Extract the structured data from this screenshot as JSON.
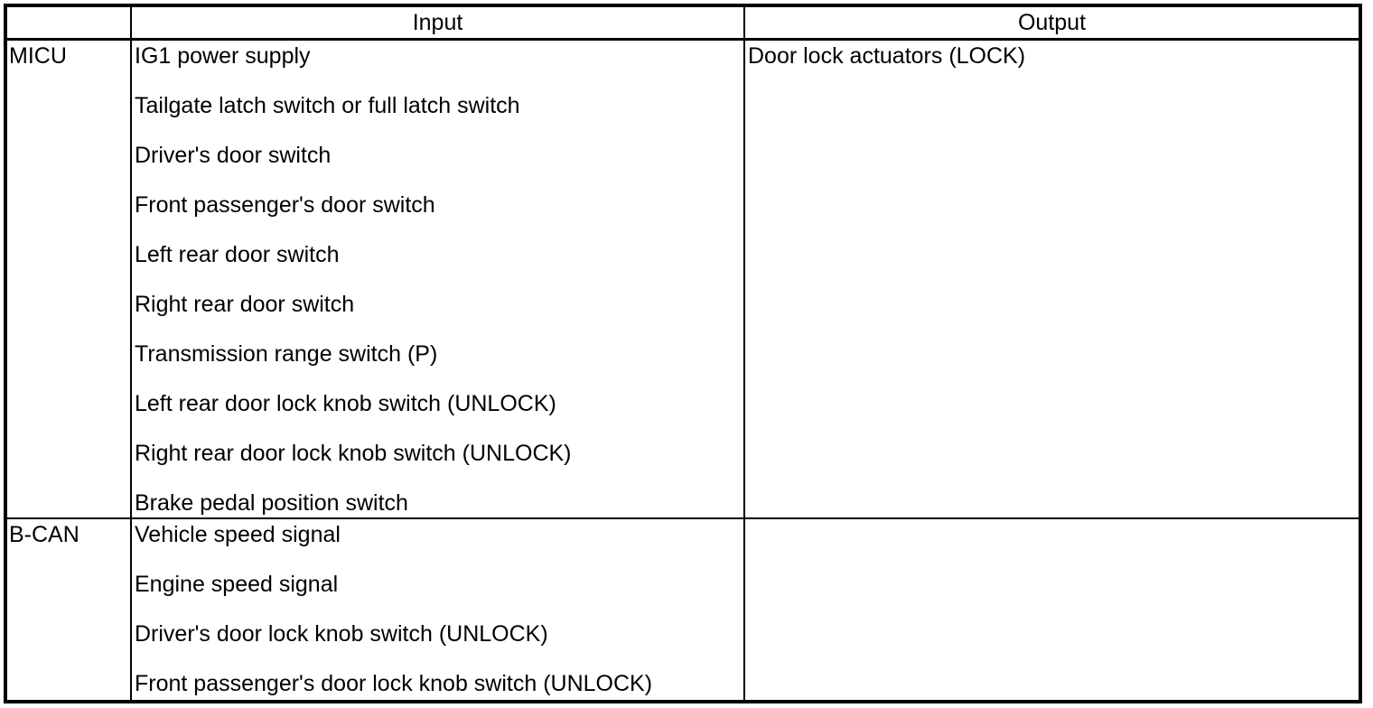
{
  "table": {
    "headers": {
      "source": "",
      "input": "Input",
      "output": "Output"
    },
    "rows": [
      {
        "source": "MICU",
        "inputs": [
          "IG1 power supply",
          "Tailgate latch switch or full latch switch",
          "Driver's door switch",
          "Front passenger's door switch",
          "Left rear door switch",
          "Right rear door switch",
          "Transmission range switch (P)",
          "Left rear door lock knob switch (UNLOCK)",
          "Right rear door lock knob switch (UNLOCK)",
          "Brake pedal position switch"
        ],
        "outputs": [
          "Door lock actuators (LOCK)"
        ]
      },
      {
        "source": "B-CAN",
        "inputs": [
          "Vehicle speed signal",
          "Engine speed signal",
          "Driver's door lock knob switch (UNLOCK)",
          "Front passenger's door lock knob switch (UNLOCK)"
        ],
        "outputs": []
      }
    ],
    "colors": {
      "border": "#000000",
      "background": "#ffffff",
      "text": "#000000"
    }
  }
}
